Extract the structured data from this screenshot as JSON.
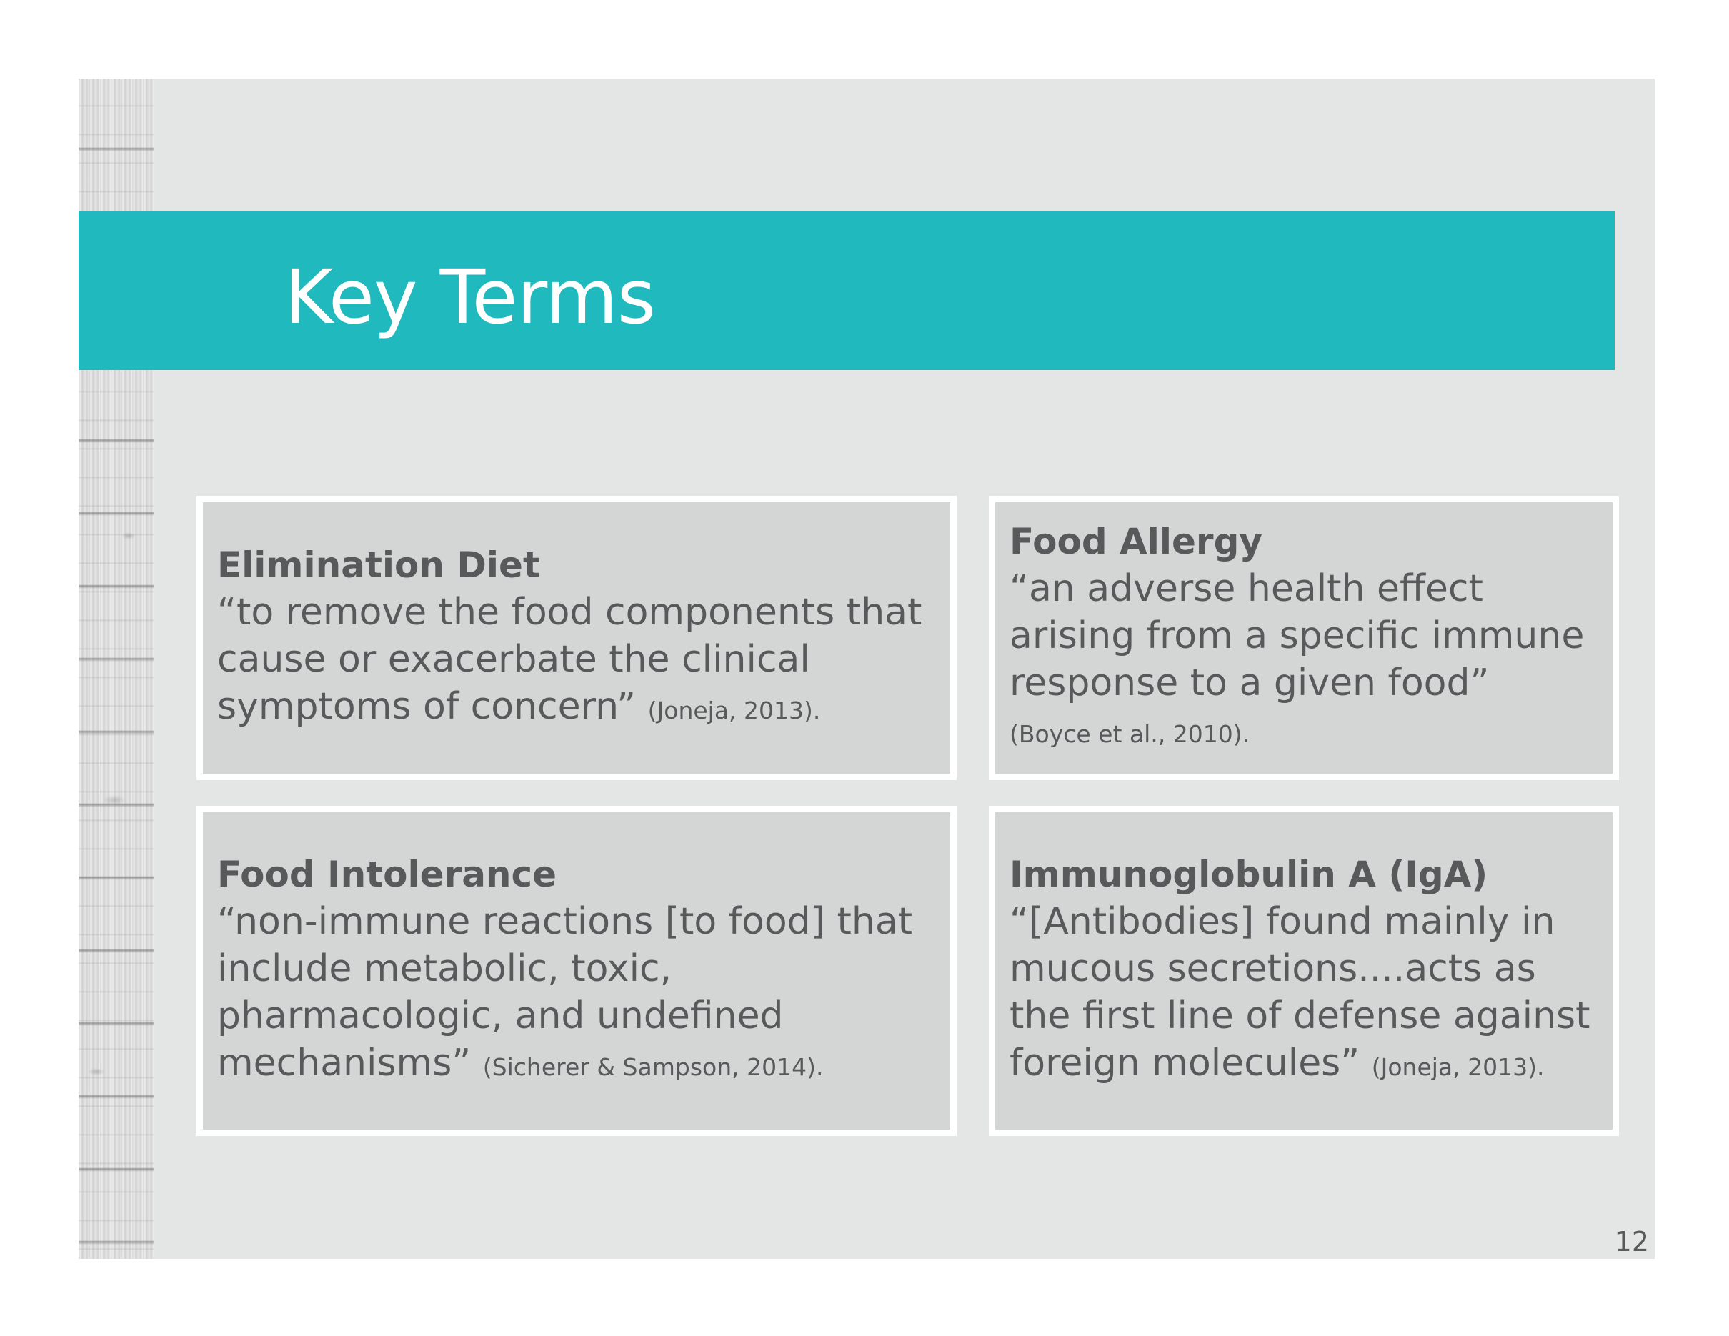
{
  "slide": {
    "title": "Key Terms",
    "page_number": "12",
    "colors": {
      "accent": "#20b9be",
      "background": "#e4e5e5",
      "card": "#d4d5d5",
      "text": "#58595b"
    }
  },
  "terms": [
    {
      "term": "Elimination Diet",
      "definition": "“to remove the food components that cause or exacerbate the clinical symptoms of concern”",
      "citation": "(Joneja, 2013)."
    },
    {
      "term": "Food Allergy",
      "definition": "“an adverse health effect arising from a specific immune response to a given food”",
      "citation": "(Boyce et al., 2010)."
    },
    {
      "term": "Food Intolerance",
      "definition": "“non-immune reactions [to food] that include metabolic, toxic, pharmacologic, and undefined mechanisms”",
      "citation": "(Sicherer & Sampson, 2014)."
    },
    {
      "term": "Immunoglobulin A (IgA)",
      "definition": "“[Antibodies] found mainly in mucous secretions....acts as the first line of defense against foreign molecules”",
      "citation": "(Joneja, 2013)."
    }
  ]
}
